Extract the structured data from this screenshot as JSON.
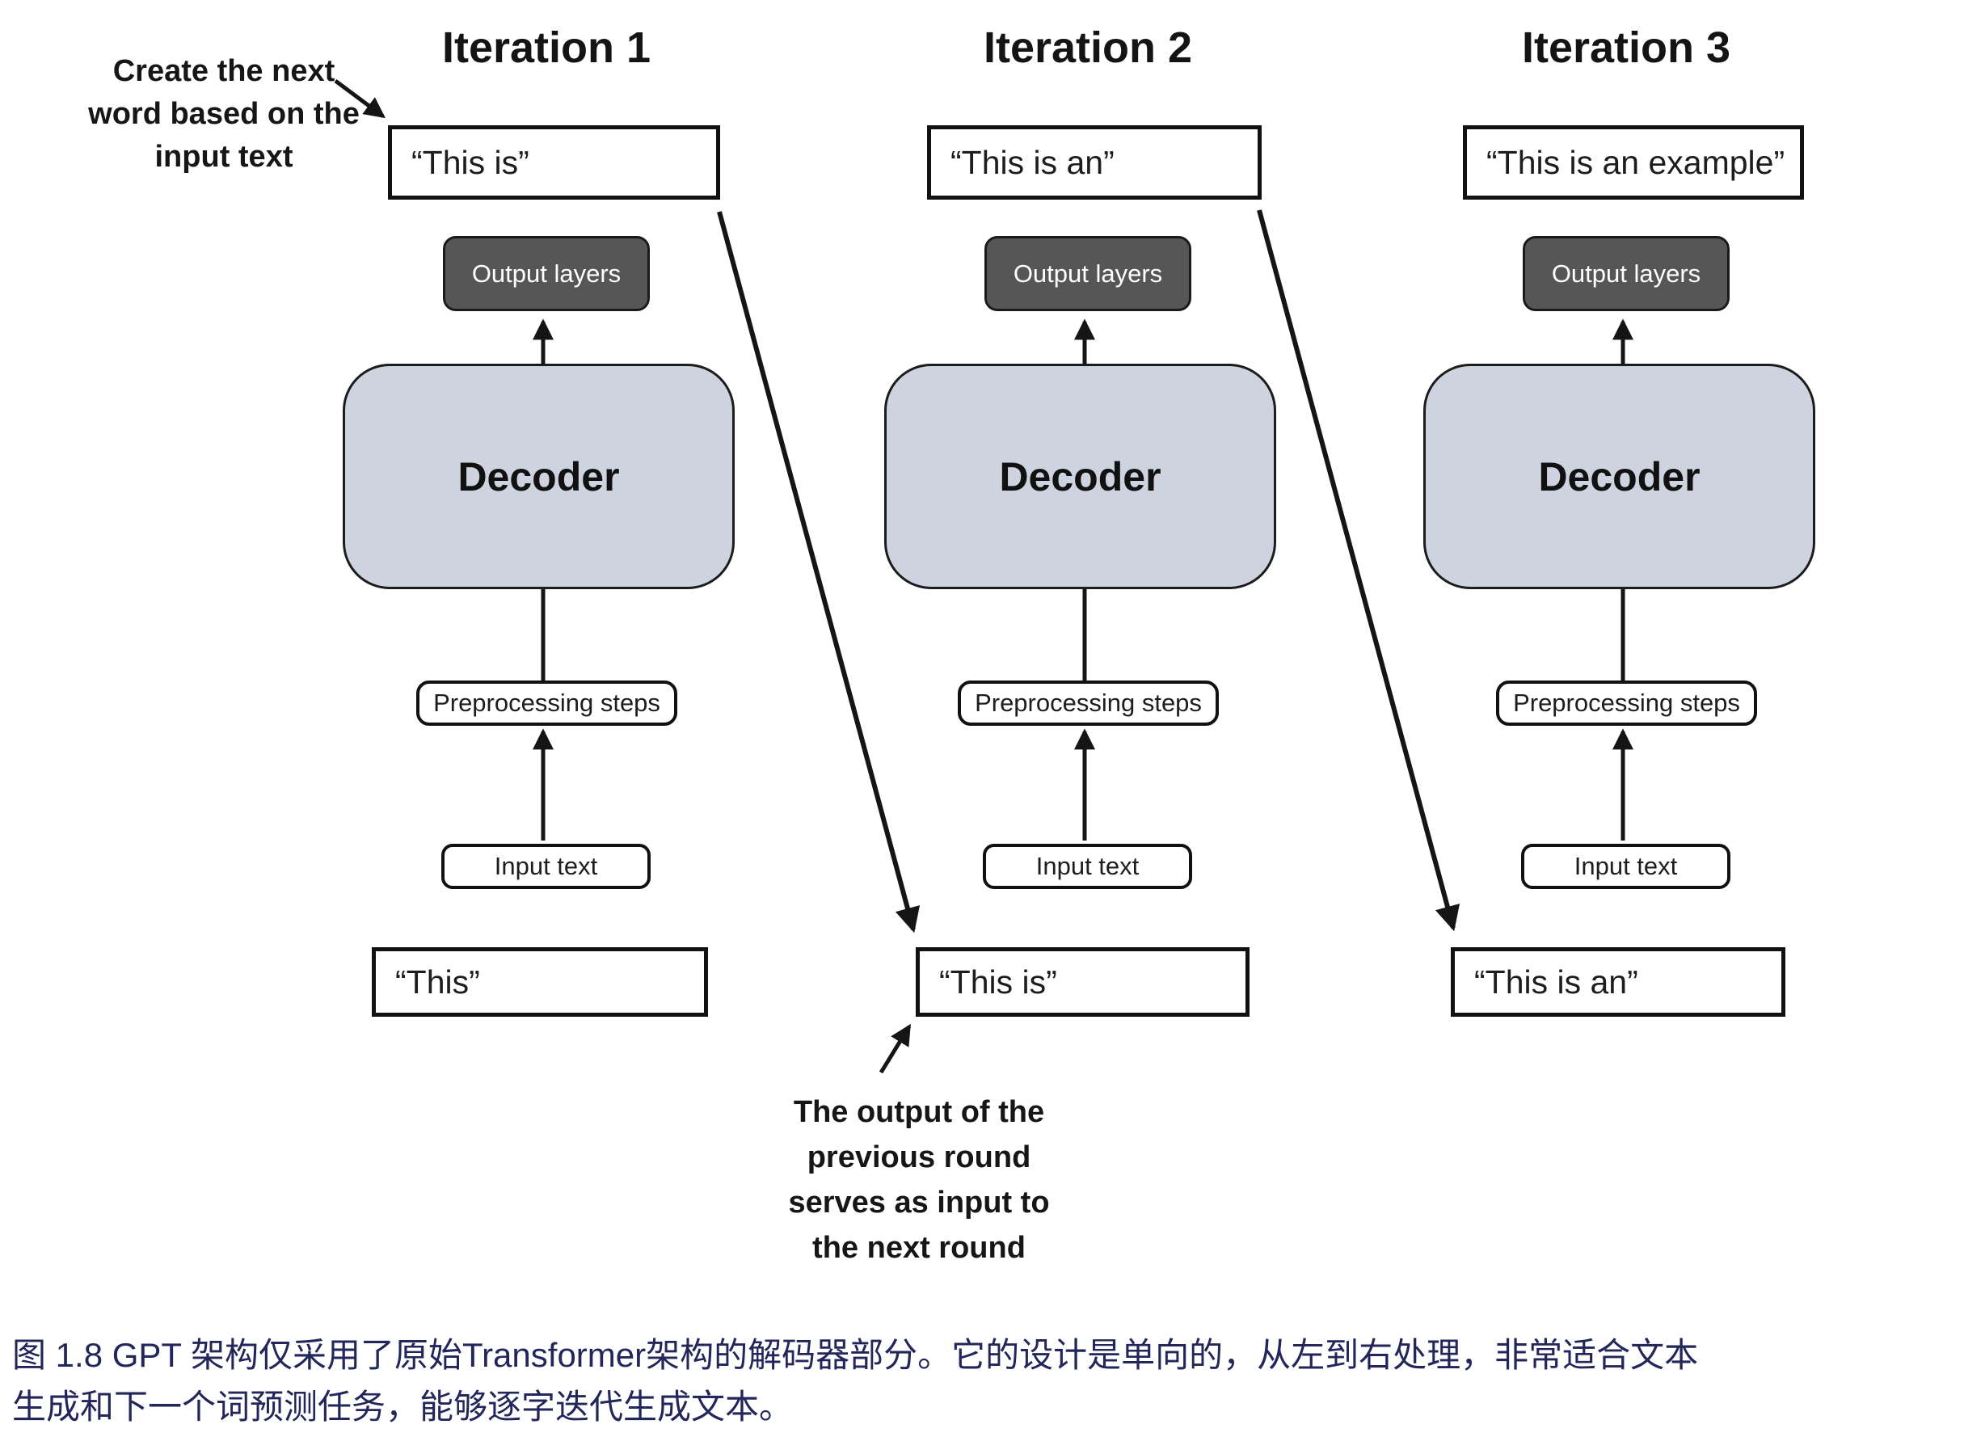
{
  "figure": {
    "iterations": [
      {
        "title": "Iteration 1",
        "output_text": "“This is”",
        "output_layers_label": "Output layers",
        "decoder_label": "Decoder",
        "preprocessing_label": "Preprocessing steps",
        "input_label": "Input text",
        "input_text": "“This”"
      },
      {
        "title": "Iteration 2",
        "output_text": "“This is an”",
        "output_layers_label": "Output layers",
        "decoder_label": "Decoder",
        "preprocessing_label": "Preprocessing steps",
        "input_label": "Input text",
        "input_text": "“This is”"
      },
      {
        "title": "Iteration 3",
        "output_text": "“This is an example”",
        "output_layers_label": "Output layers",
        "decoder_label": "Decoder",
        "preprocessing_label": "Preprocessing steps",
        "input_label": "Input text",
        "input_text": "“This is an”"
      }
    ],
    "annotations": {
      "top_left": [
        "Create the next",
        "word based on the",
        "input text"
      ],
      "bottom_middle": [
        "The output of the",
        "previous round",
        "serves as input to",
        "the next round"
      ]
    },
    "caption": {
      "line1": "图 1.8  GPT 架构仅采用了原始Transformer架构的解码器部分。它的设计是单向的，从左到右处理，非常适合文本",
      "line2": "生成和下一个词预测任务，能够逐字迭代生成文本。"
    },
    "colors": {
      "decoder_fill": "#cdd4df",
      "output_layers_fill": "#565656",
      "caption_color": "#23265a",
      "line_color": "#151515"
    }
  }
}
